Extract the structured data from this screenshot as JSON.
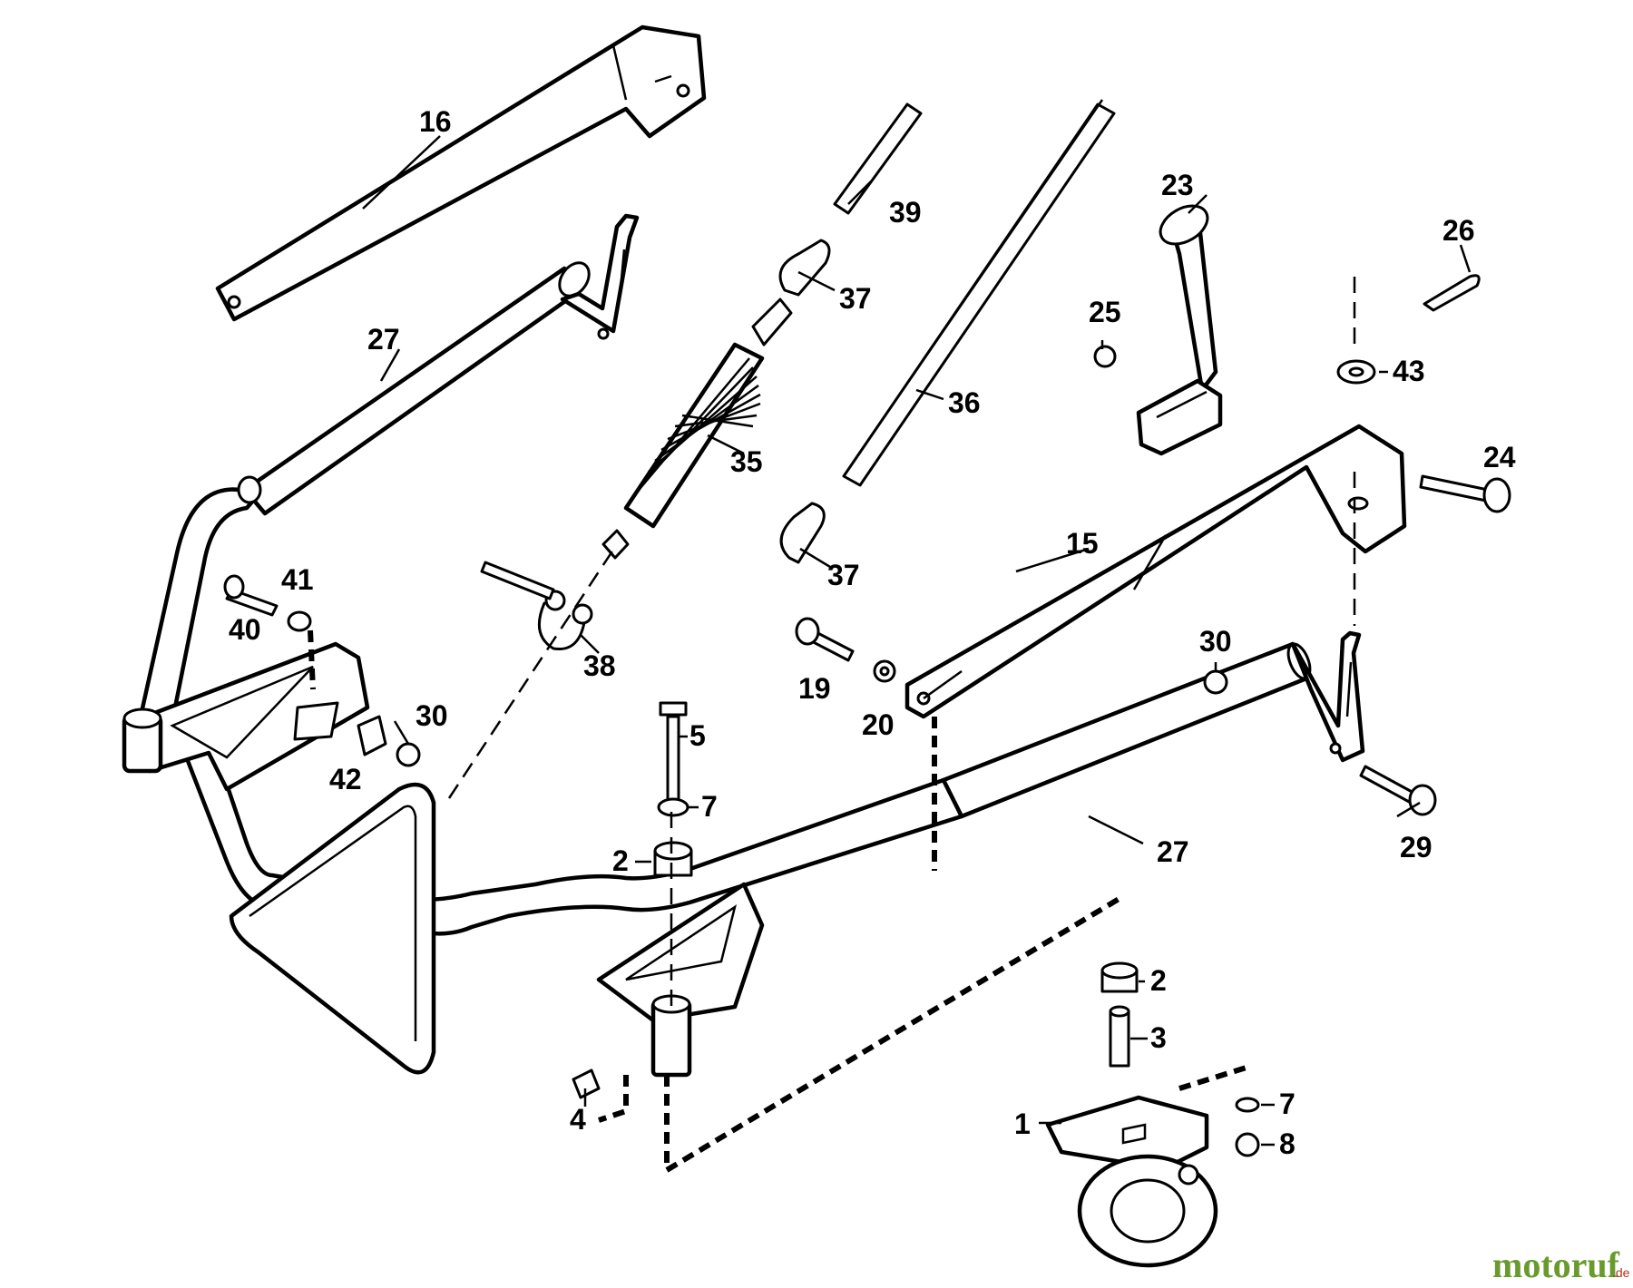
{
  "labels": {
    "p1": "1",
    "p2a": "2",
    "p2b": "2",
    "p3": "3",
    "p4": "4",
    "p5": "5",
    "p7a": "7",
    "p7b": "7",
    "p8": "8",
    "p15": "15",
    "p16": "16",
    "p19": "19",
    "p20": "20",
    "p23": "23",
    "p24": "24",
    "p25": "25",
    "p26": "26",
    "p27a": "27",
    "p27b": "27",
    "p29": "29",
    "p30a": "30",
    "p30b": "30",
    "p35": "35",
    "p36": "36",
    "p37a": "37",
    "p37b": "37",
    "p38": "38",
    "p39": "39",
    "p40": "40",
    "p41": "41",
    "p42": "42",
    "p43": "43"
  },
  "watermark": {
    "text": "motoruf",
    "suffix": ".de",
    "color": "#6a9a2e"
  }
}
